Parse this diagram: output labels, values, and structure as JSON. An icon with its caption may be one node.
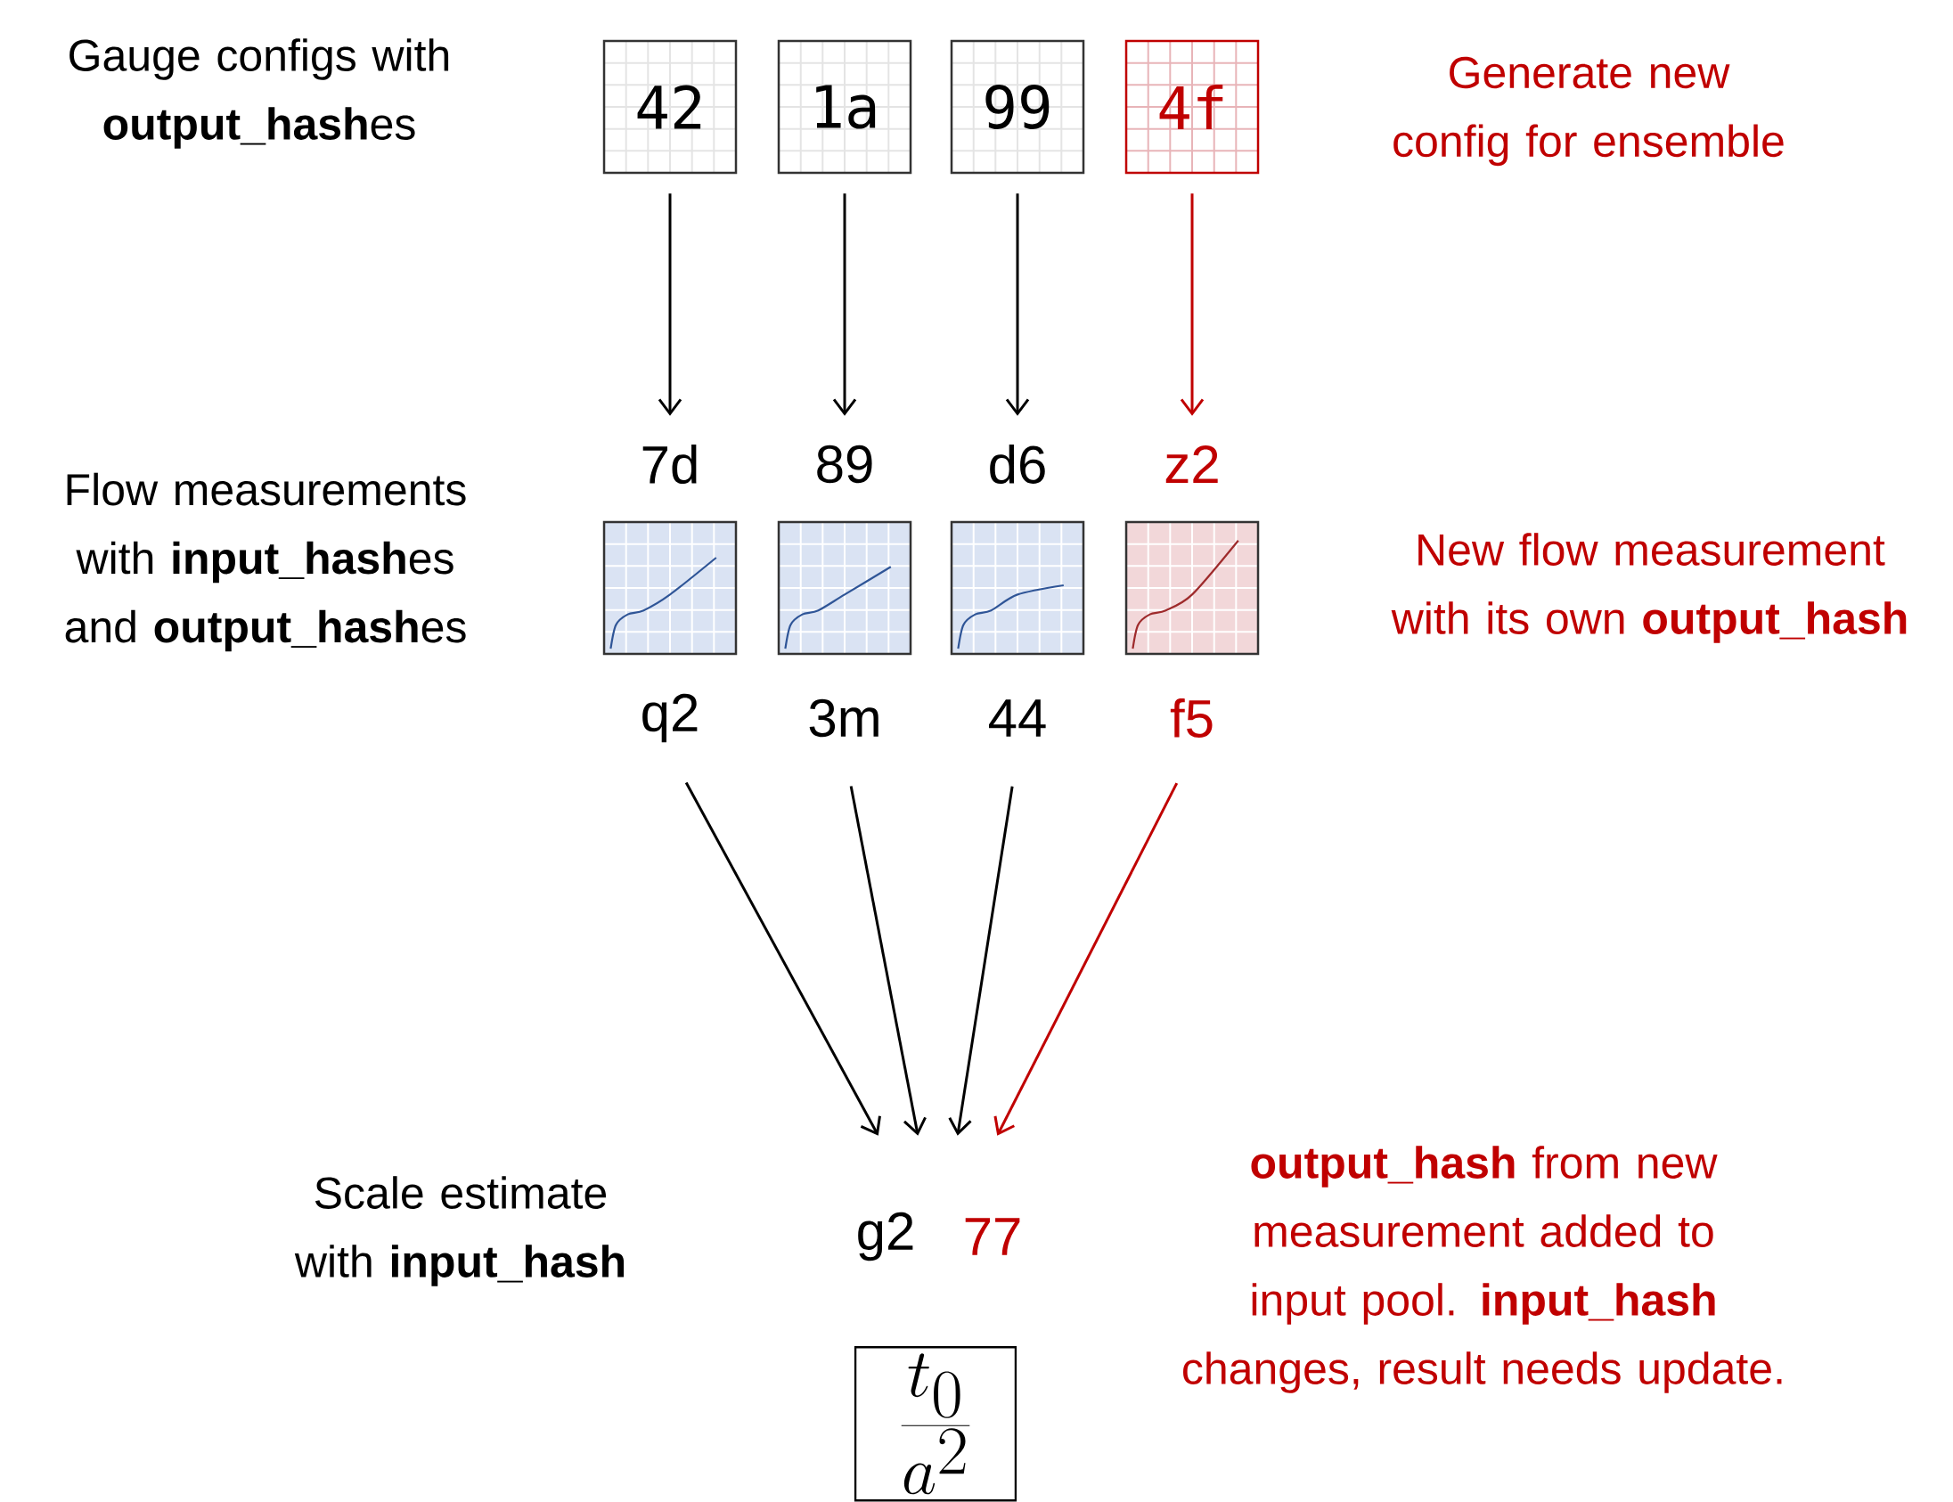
{
  "diagram": {
    "nodes": [
      {
        "text": [
          "42"
        ]
      },
      {
        "text": [
          "1a"
        ]
      },
      {
        "text": [
          "99"
        ]
      },
      {
        "text": [
          "4f"
        ]
      },
      {
        "text": [
          "7d",
          "q2"
        ]
      },
      {
        "text": [
          "89",
          "3m"
        ]
      },
      {
        "text": [
          "d6",
          "44"
        ]
      },
      {
        "text": [
          "z2",
          "f5"
        ]
      },
      {
        "text": [
          "g2",
          "77"
        ]
      },
      {
        "text": [
          "\\frac{t_0}{a^2}"
        ]
      }
    ],
    "edges": [
      {
        "from": 0,
        "to": 4,
        "arrow": "to"
      },
      {
        "from": 1,
        "to": 5,
        "arrow": "to"
      },
      {
        "from": 2,
        "to": 6,
        "arrow": "to"
      },
      {
        "from": 3,
        "to": 7,
        "arrow": "to",
        "color": "#c00000"
      },
      {
        "from": 4,
        "to": 8,
        "arrow": "to"
      },
      {
        "from": 5,
        "to": 8,
        "arrow": "to"
      },
      {
        "from": 6,
        "to": 8,
        "arrow": "to"
      },
      {
        "from": 7,
        "to": 8,
        "arrow": "to",
        "color": "#c00000"
      }
    ],
    "labels": [
      "Gauge configs with **output_hash**es",
      "Flow measurements with **input_hash**es and **output_hash**es",
      "Scale estimate with **input_hash**",
      "Generate new config for ensemble",
      "New flow measurement with its own **output_hash**",
      "**output_hash** from new measurement added to input pool. **input_hash** changes, result needs update."
    ]
  }
}
